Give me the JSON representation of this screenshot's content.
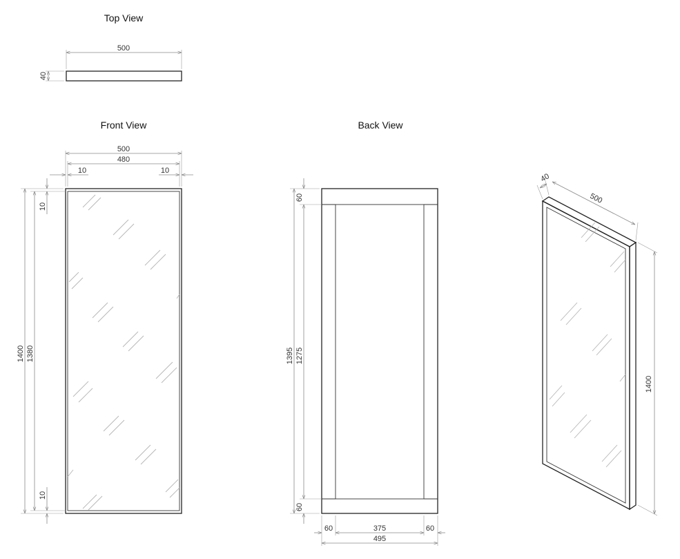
{
  "views": {
    "top": {
      "title": "Top View",
      "dims": {
        "width": "500",
        "depth": "40"
      }
    },
    "front": {
      "title": "Front View",
      "dims": {
        "outer_width": "500",
        "inner_width": "480",
        "left_border": "10",
        "right_border": "10",
        "top_border": "10",
        "bottom_border": "10",
        "outer_height": "1400",
        "inner_height": "1380"
      }
    },
    "back": {
      "title": "Back View",
      "dims": {
        "top_rail": "60",
        "bottom_rail": "60",
        "total_height": "1395",
        "inner_height": "1275",
        "left_stile": "60",
        "opening_width": "375",
        "right_stile": "60",
        "total_width": "495"
      }
    },
    "iso": {
      "dims": {
        "depth": "40",
        "width": "500",
        "height": "1400"
      }
    }
  },
  "colors": {
    "line": "#222222",
    "dimension": "#8a8a8a",
    "glare": "#b5b5b5"
  }
}
